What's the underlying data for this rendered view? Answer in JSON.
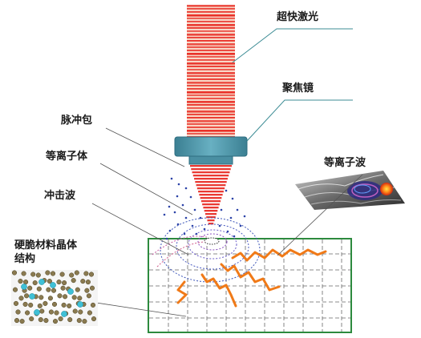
{
  "labels": {
    "ultrafast_laser": "超快激光",
    "focusing_lens": "聚焦镜",
    "pulse_packet": "脉冲包",
    "plasma": "等离子体",
    "shock_wave": "冲击波",
    "plasma_wave": "等离子波",
    "brittle_crystal": "硬脆材料晶体结构"
  },
  "colors": {
    "beam_red": "#e8241c",
    "beam_light": "#f8d8c8",
    "lens_teal": "#4e93a6",
    "leader_teal": "#3d8c95",
    "grid_green": "#2d8a3e",
    "crack_orange": "#f07a18",
    "plasma_blue": "#2c43a8",
    "shock_purple": "#7b52c0"
  }
}
